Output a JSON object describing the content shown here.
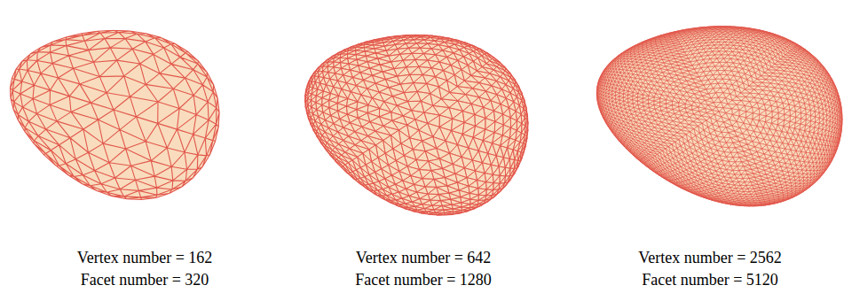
{
  "diagram": {
    "labels": [
      "Vertex number = 162",
      "Facet number = 320",
      "Vertex number = 642",
      "Facet number = 1280",
      "Vertex number = 2562",
      "Facet number = 5120"
    ]
  }
}
